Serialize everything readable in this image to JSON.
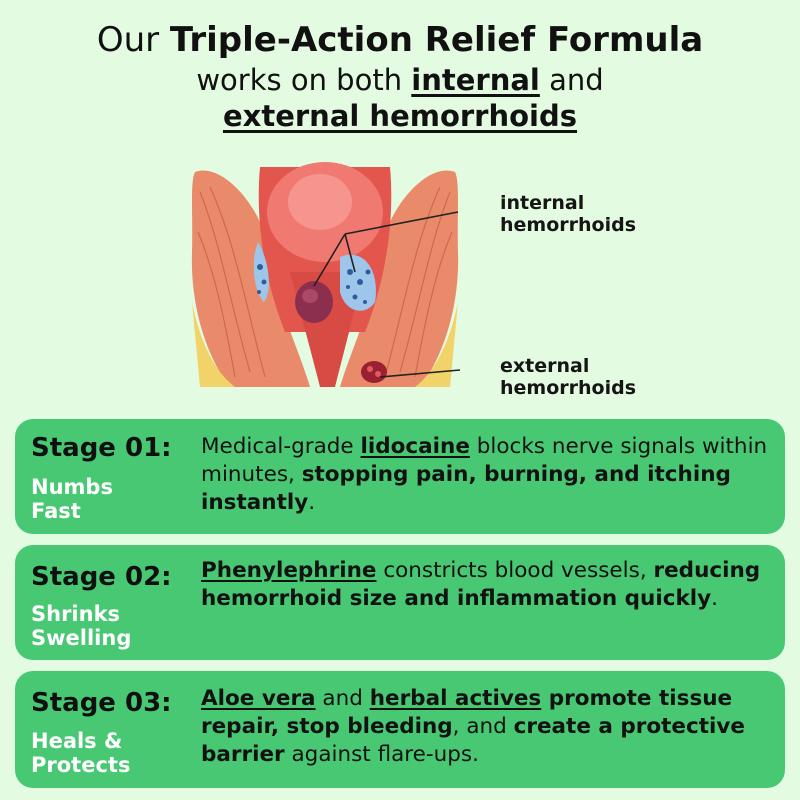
{
  "header": {
    "line1_pre": "Our ",
    "line1_bold": "Triple-Action Relief Formula",
    "line2_pre": "works on both ",
    "line2_bold": "internal",
    "line2_post": " and",
    "line3_bold": "external hemorrhoids"
  },
  "diagram": {
    "internal_label_1": "internal",
    "internal_label_2": "hemorrhoids",
    "external_label_1": "external",
    "external_label_2": "hemorrhoids"
  },
  "stages": [
    {
      "title": "Stage 01:",
      "sub1": "Numbs",
      "sub2": "Fast",
      "t1": "Medical-grade ",
      "t2": "lidocaine",
      "t3": " blocks nerve signals within minutes, ",
      "t4": "stopping pain, burning, and itching instantly",
      "t5": "."
    },
    {
      "title": "Stage 02:",
      "sub1": "Shrinks",
      "sub2": "Swelling",
      "t1": "Phenylephrine",
      "t2": " constricts blood vessels, ",
      "t3": "reducing hemorrhoid size and inflammation quickly",
      "t4": "."
    },
    {
      "title": "Stage 03:",
      "sub1": "Heals &",
      "sub2": "Protects",
      "t1": "Aloe vera",
      "t2": " and ",
      "t3": "herbal actives",
      "t4": " promote tissue repair, stop bleeding",
      "t5": ", and ",
      "t6": "create a protective barrier",
      "t7": " against flare-ups."
    }
  ],
  "colors": {
    "background": "#e3fbe0",
    "card": "#48c873",
    "subtitle": "#ffffff"
  }
}
